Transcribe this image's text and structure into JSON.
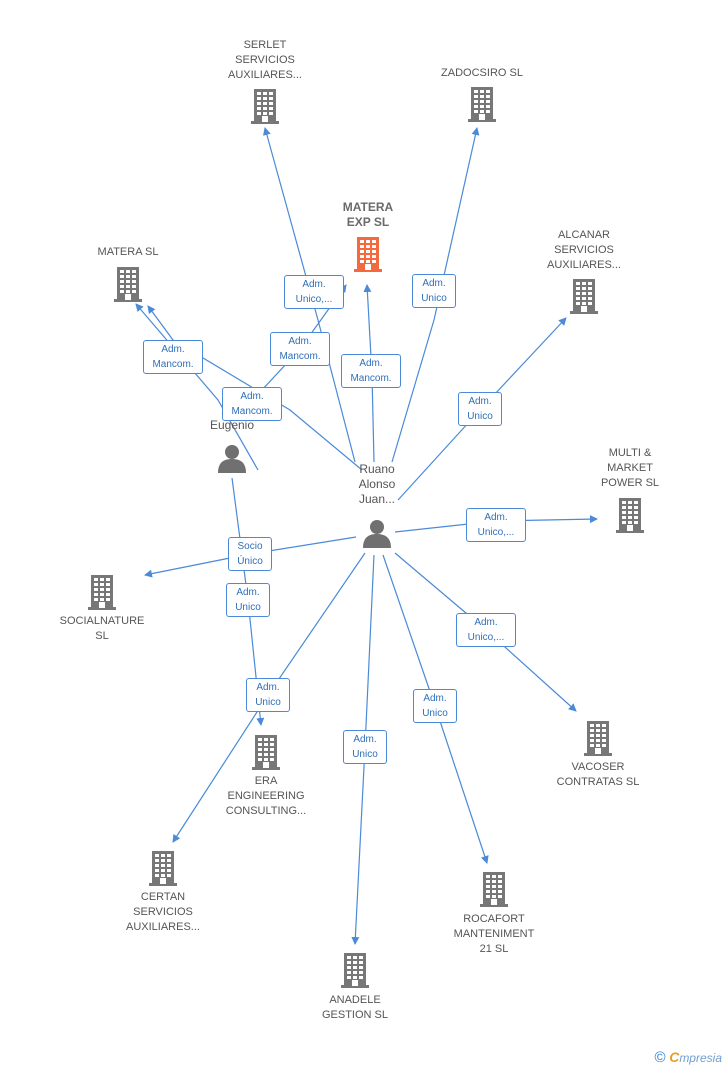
{
  "colors": {
    "edge": "#4a8ad8",
    "building": "#777777",
    "focus": "#f26a3d",
    "person": "#707070"
  },
  "companies": [
    {
      "id": "serlet",
      "label": "SERLET\nSERVICIOS\nAUXILIARES...",
      "main": false
    },
    {
      "id": "zadocsiro",
      "label": "ZADOCSIRO SL",
      "main": false
    },
    {
      "id": "matera-exp",
      "label": "MATERA\nEXP  SL",
      "main": true
    },
    {
      "id": "matera",
      "label": "MATERA SL",
      "main": false
    },
    {
      "id": "alcanar",
      "label": "ALCANAR\nSERVICIOS\nAUXILIARES...",
      "main": false
    },
    {
      "id": "multi",
      "label": "MULTI &\nMARKET\nPOWER  SL",
      "main": false
    },
    {
      "id": "socialnature",
      "label": "SOCIALNATURE\nSL",
      "main": false
    },
    {
      "id": "vacoser",
      "label": "VACOSER\nCONTRATAS SL",
      "main": false
    },
    {
      "id": "era",
      "label": "ERA\nENGINEERING\nCONSULTING...",
      "main": false
    },
    {
      "id": "certan",
      "label": "CERTAN\nSERVICIOS\nAUXILIARES...",
      "main": false
    },
    {
      "id": "rocafort",
      "label": "ROCAFORT\nMANTENIMENT\n21 SL",
      "main": false
    },
    {
      "id": "anadele",
      "label": "ANADELE\nGESTION SL",
      "main": false
    }
  ],
  "persons": [
    {
      "id": "ruano",
      "label": "Ruano\nAlonso\nJuan..."
    },
    {
      "id": "eugenio",
      "label": "R...\nAl...\nEugenio"
    }
  ],
  "relations": [
    {
      "id": "r-serlet",
      "label": "Adm.\nUnico,..."
    },
    {
      "id": "r-zadocsiro",
      "label": "Adm.\nUnico"
    },
    {
      "id": "r-materaexp-eug",
      "label": "Adm.\nMancom."
    },
    {
      "id": "r-materaexp-ruano",
      "label": "Adm.\nMancom."
    },
    {
      "id": "r-matera-1",
      "label": "Adm.\nMancom."
    },
    {
      "id": "r-matera-2",
      "label": "Adm.\nMancom."
    },
    {
      "id": "r-alcanar",
      "label": "Adm.\nUnico"
    },
    {
      "id": "r-multi",
      "label": "Adm.\nUnico,..."
    },
    {
      "id": "r-social",
      "label": "Socio\nÚnico"
    },
    {
      "id": "r-era",
      "label": "Adm.\nUnico"
    },
    {
      "id": "r-certan",
      "label": "Adm.\nUnico"
    },
    {
      "id": "r-vacoser",
      "label": "Adm.\nUnico,..."
    },
    {
      "id": "r-rocafort",
      "label": "Adm.\nUnico"
    },
    {
      "id": "r-anadele",
      "label": "Adm.\nUnico"
    }
  ],
  "copyright": {
    "symbol": "©",
    "initial": "C",
    "brand": "mpresia"
  }
}
